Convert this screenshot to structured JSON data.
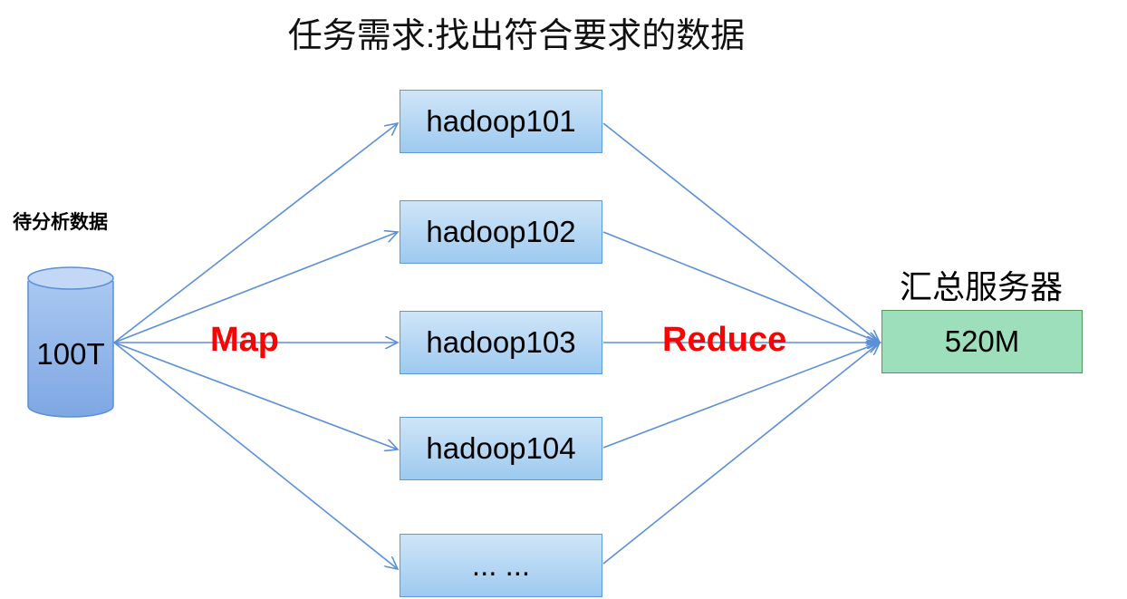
{
  "title": "任务需求:找出符合要求的数据",
  "source": {
    "label": "待分析数据",
    "size": "100T"
  },
  "map_label": "Map",
  "reduce_label": "Reduce",
  "nodes": [
    "hadoop101",
    "hadoop102",
    "hadoop103",
    "hadoop104",
    "... ..."
  ],
  "server": {
    "label": "汇总服务器",
    "size": "520M"
  },
  "colors": {
    "arrow": "#5b8fd9",
    "node_fill": "#a8d2f2",
    "node_border": "#5b9bd5",
    "server_fill": "#9ddfba",
    "server_border": "#4f9a54",
    "highlight_text": "#ff0000"
  }
}
